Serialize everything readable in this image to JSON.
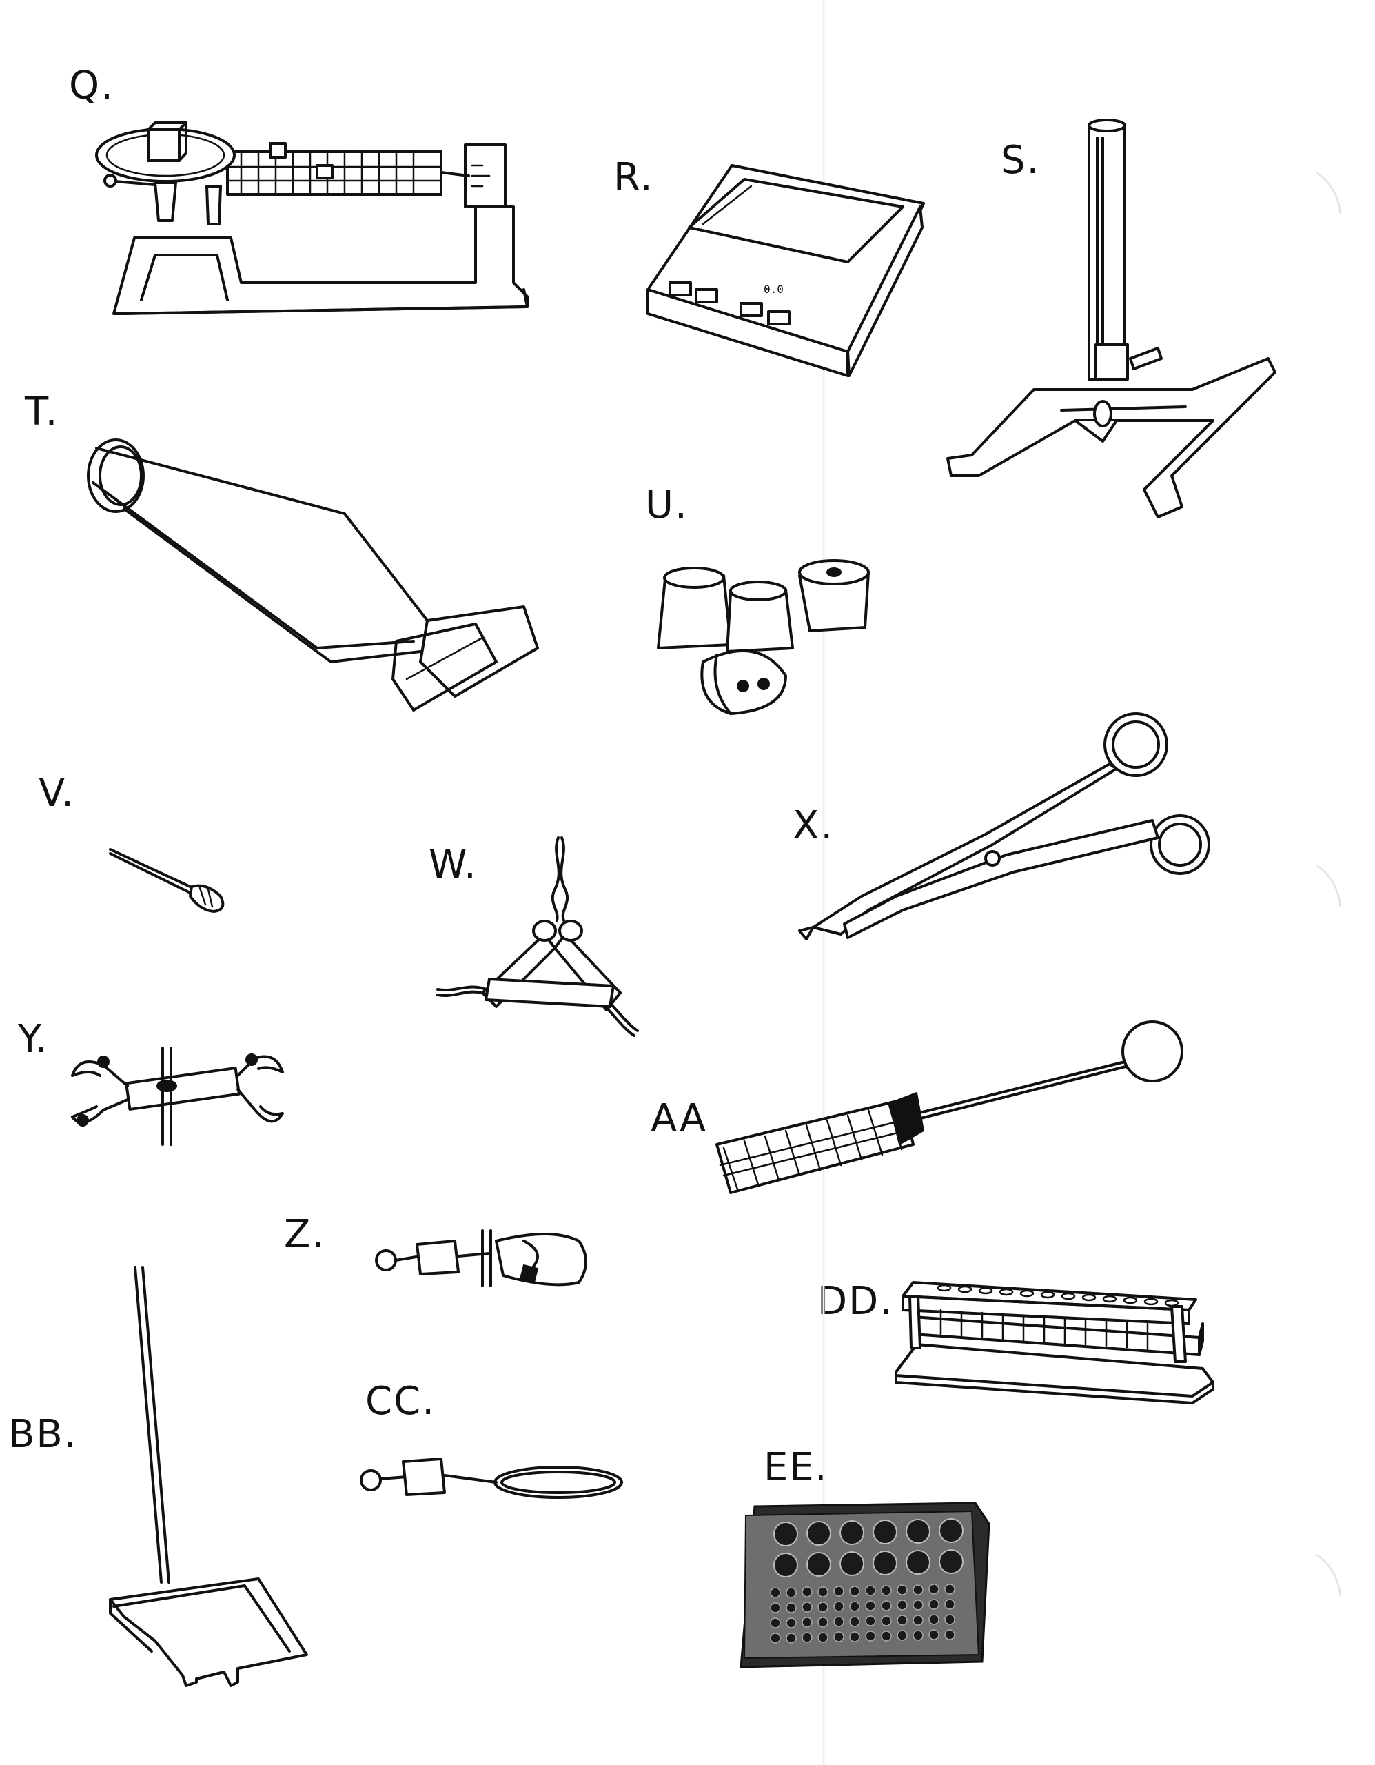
{
  "labels": {
    "Q": "Q.",
    "R": "R.",
    "S": "S.",
    "T": "T.",
    "U": "U.",
    "V": "V.",
    "W": "W.",
    "X": "X.",
    "Y": "Y.",
    "AA": "AA",
    "Z": "Z.",
    "DD": "DD.",
    "CC": "CC.",
    "BB": "BB.",
    "EE": "EE."
  },
  "balance_display": "0.0"
}
